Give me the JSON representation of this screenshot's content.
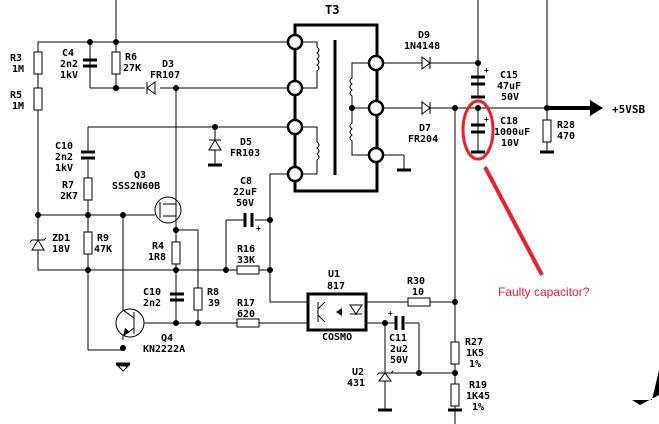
{
  "transformer": {
    "ref": "T3"
  },
  "components": {
    "R3": {
      "ref": "R3",
      "value": "1M"
    },
    "R5": {
      "ref": "R5",
      "value": "1M"
    },
    "C4": {
      "ref": "C4",
      "value": "2n2",
      "rating": "1kV"
    },
    "R6": {
      "ref": "R6",
      "value": "27K"
    },
    "D3": {
      "ref": "D3",
      "value": "FR107"
    },
    "D5": {
      "ref": "D5",
      "value": "FR103"
    },
    "C10a": {
      "ref": "C10",
      "value": "2n2",
      "rating": "1kV"
    },
    "R7": {
      "ref": "R7",
      "value": "2K7"
    },
    "Q3": {
      "ref": "Q3",
      "value": "SSS2N60B"
    },
    "ZD1": {
      "ref": "ZD1",
      "value": "18V"
    },
    "R9": {
      "ref": "R9",
      "value": "47K"
    },
    "R4": {
      "ref": "R4",
      "value": "1R8"
    },
    "C8": {
      "ref": "C8",
      "value": "22uF",
      "rating": "50V"
    },
    "R16": {
      "ref": "R16",
      "value": "33K"
    },
    "C10b": {
      "ref": "C10",
      "value": "2n2"
    },
    "R8": {
      "ref": "R8",
      "value": "39"
    },
    "R17": {
      "ref": "R17",
      "value": "620"
    },
    "Q4": {
      "ref": "Q4",
      "value": "KN2222A"
    },
    "U1": {
      "ref": "U1",
      "value": "817",
      "brand": "COSMO"
    },
    "R30": {
      "ref": "R30",
      "value": "10"
    },
    "C11": {
      "ref": "C11",
      "value": "2u2",
      "rating": "50V"
    },
    "U2": {
      "ref": "U2",
      "value": "431"
    },
    "R27": {
      "ref": "R27",
      "value": "1K5",
      "tol": "1%"
    },
    "R19": {
      "ref": "R19",
      "value": "1K45",
      "tol": "1%"
    },
    "D9": {
      "ref": "D9",
      "value": "1N4148"
    },
    "D7": {
      "ref": "D7",
      "value": "FR204"
    },
    "C15": {
      "ref": "C15",
      "value": "47uF",
      "rating": "50V"
    },
    "C18": {
      "ref": "C18",
      "value": "1000uF",
      "rating": "10V"
    },
    "R28": {
      "ref": "R28",
      "value": "470"
    }
  },
  "output": {
    "label": "+5VSB"
  },
  "annotation": {
    "text": "Faulty capacitor?",
    "color": "#e8202a"
  }
}
